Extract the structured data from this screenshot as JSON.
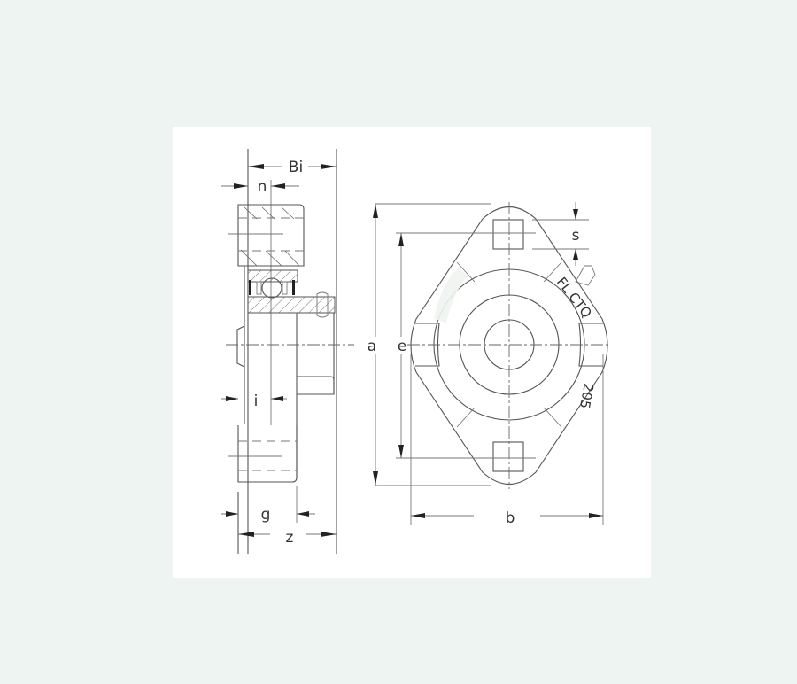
{
  "drawing": {
    "title": "2-bolt flange bearing unit dimensional drawing",
    "side_view_labels": {
      "Bi": "Bi",
      "n": "n",
      "i": "i",
      "g": "g",
      "z": "z"
    },
    "front_view_labels": {
      "a": "a",
      "e": "e",
      "s": "s",
      "b": "b"
    },
    "housing_markings": {
      "series": "FL CTQ",
      "size": "205"
    },
    "colors": {
      "background": "#eef4f1",
      "panel": "#ffffff",
      "line": "#555555"
    }
  }
}
